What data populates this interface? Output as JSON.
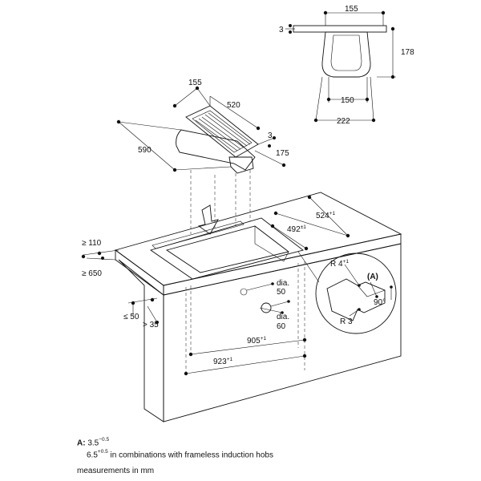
{
  "colors": {
    "cabinet": "#b0b0b0",
    "top": "#8d8d8d",
    "top_edge": "#7c7c7c",
    "vent": "#c8c8c8",
    "sink": "#ffffff",
    "line": "#111111"
  },
  "dimensions": {
    "d155_top": "155",
    "d3_top": "3",
    "d178": "178",
    "d150": "150",
    "d222": "222",
    "d155_mid": "155",
    "d520": "520",
    "d590": "590",
    "d3_mid": "3",
    "d175": "175",
    "d524": {
      "value": "524",
      "tol": "+1"
    },
    "d492": {
      "value": "492",
      "tol": "±1"
    },
    "d110": "≥ 110",
    "d650": "≥ 650",
    "d50_left": "≤ 50",
    "d35": "> 35",
    "dia50_a": "dia.",
    "dia50_b": "50",
    "dia60_a": "dia.",
    "dia60_b": "60",
    "d905": {
      "value": "905",
      "tol": "+1"
    },
    "d923": {
      "value": "923",
      "tol": "+1"
    },
    "r4": {
      "value": "R 4",
      "tol": "+1"
    },
    "r3": "R 3",
    "a_label": "(A)",
    "angle": "90°"
  },
  "notes": {
    "a_prefix": "A:",
    "a_value1": "3.5",
    "a_tol1": "−0.5",
    "a_value2": "6.5",
    "a_tol2": "+0.5",
    "a_text": " in combinations with frameless induction hobs",
    "units": "measurements in mm"
  }
}
